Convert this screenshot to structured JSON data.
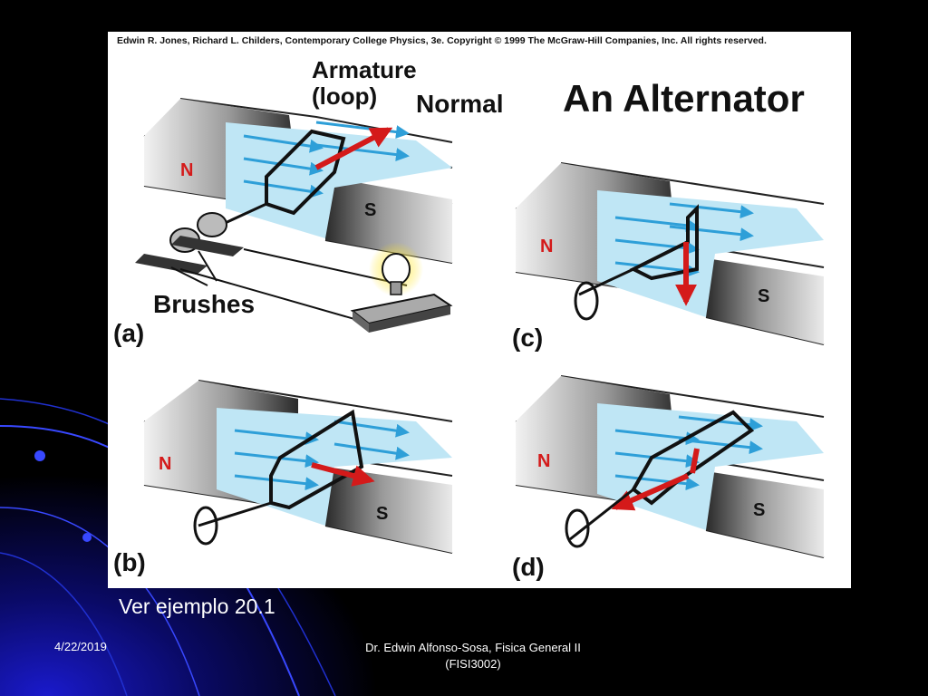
{
  "slide": {
    "figure_caption": "Edwin R. Jones, Richard L. Childers, Contemporary College Physics, 3e. Copyright © 1999 The McGraw-Hill Companies, Inc. All rights reserved.",
    "title": "An Alternator",
    "labels": {
      "armature_line1": "Armature",
      "armature_line2": "(loop)",
      "normal": "Normal",
      "brushes": "Brushes"
    },
    "panels": [
      "(a)",
      "(b)",
      "(c)",
      "(d)"
    ],
    "poles": {
      "north": "N",
      "south": "S"
    },
    "note": "Ver ejemplo 20.1",
    "date": "4/22/2019",
    "author_line1": "Dr. Edwin Alfonso-Sosa, Fisica General II",
    "author_line2": "(FISI3002)"
  },
  "colors": {
    "field": "#bfe6f5",
    "field_arrow": "#2e9fd8",
    "normal_arrow": "#d41a1a",
    "background": "#000000",
    "accent_blue": "#1a2fd8"
  }
}
